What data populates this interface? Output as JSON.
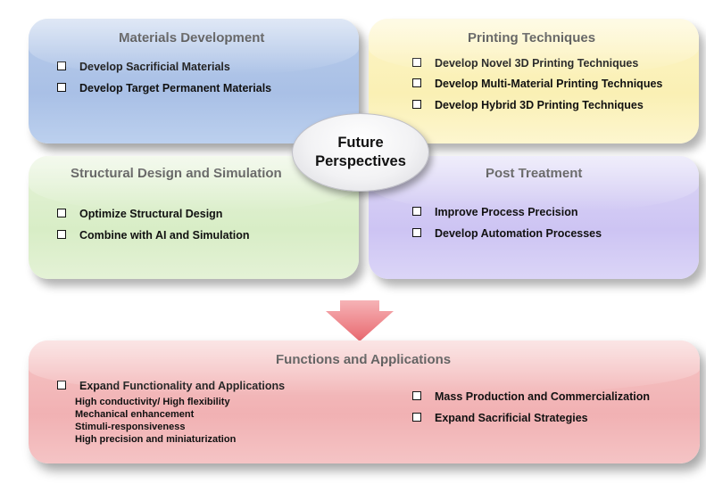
{
  "center": {
    "text": "Future\nPerspectives"
  },
  "materials": {
    "title": "Materials Development",
    "items": [
      "Develop Sacrificial Materials",
      "Develop Target Permanent Materials"
    ]
  },
  "printing": {
    "title": "Printing Techniques",
    "items": [
      "Develop Novel 3D Printing Techniques",
      "Develop Multi-Material Printing Techniques",
      "Develop Hybrid 3D Printing Techniques"
    ]
  },
  "structural": {
    "title": "Structural Design and Simulation",
    "items": [
      "Optimize Structural Design",
      "Combine with AI and Simulation"
    ]
  },
  "post": {
    "title": "Post Treatment",
    "items": [
      "Improve Process Precision",
      "Develop Automation Processes"
    ]
  },
  "functions": {
    "title": "Functions and Applications",
    "main_item": "Expand Functionality and Applications",
    "sub_items": [
      "High conductivity/ High flexibility",
      "Mechanical enhancement",
      "Stimuli-responsiveness",
      "High precision and miniaturization"
    ],
    "right_items": [
      "Mass Production and Commercialization",
      "Expand Sacrificial Strategies"
    ]
  },
  "colors": {
    "materials": "#a9c0e6",
    "printing": "#faf0b4",
    "structural": "#d8edc6",
    "post": "#cdc4f3",
    "functions": "#f1b1b3",
    "arrow": "#ee7d83"
  }
}
